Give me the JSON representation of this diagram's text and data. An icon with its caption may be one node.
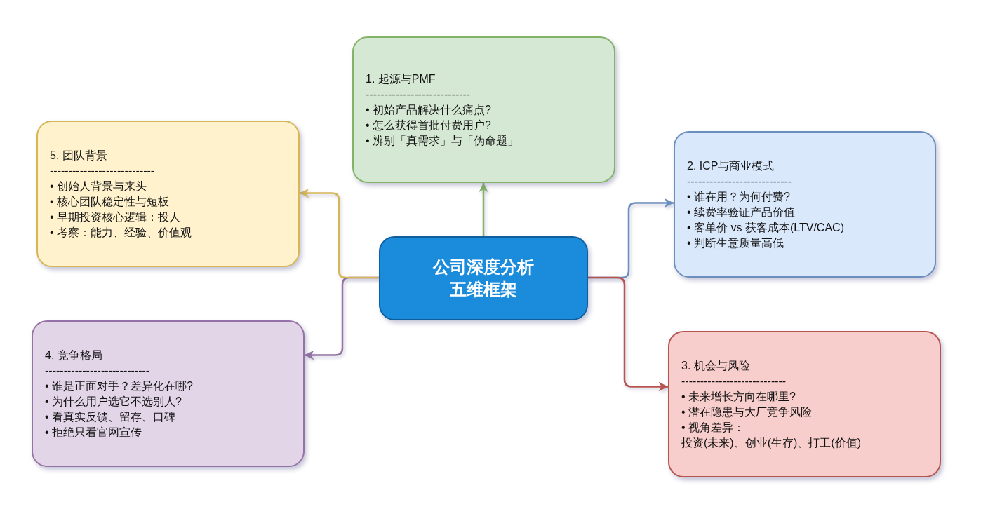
{
  "diagram": {
    "nodes": [
      {
        "text": [
          "公司深度分析五维框架"
        ]
      },
      {
        "text": [
          "1. 起源与PMF",
          "----------------------------",
          "• 初始产品解决什么痛点?",
          "• 怎么获得首批付费用户?",
          "• 辨别「真需求」与「伪命题」"
        ]
      },
      {
        "text": [
          "2. ICP与商业模式",
          "----------------------------",
          "• 谁在用？为何付费?",
          "• 续费率验证产品价值",
          "• 客单价 vs 获客成本(LTV/CAC)",
          "• 判断生意质量高低"
        ]
      },
      {
        "text": [
          "3. 机会与风险",
          "----------------------------",
          "• 未来增长方向在哪里?",
          "• 潜在隐患与大厂竞争风险",
          "• 视角差异：",
          "投资(未来)、创业(生存)、打工(价值)"
        ]
      },
      {
        "text": [
          "4. 竞争格局",
          "----------------------------",
          "• 谁是正面对手？差异化在哪?",
          "• 为什么用户选它不选别人?",
          "• 看真实反馈、留存、口碑",
          "• 拒绝只看官网宣传"
        ]
      },
      {
        "text": [
          "5. 团队背景",
          "----------------------------",
          "• 创始人背景与来头",
          "• 核心团队稳定性与短板",
          "• 早期投资核心逻辑：投人",
          "• 考察：能力、经验、价值观"
        ]
      }
    ],
    "edges": [
      {
        "from": 0,
        "to": 1,
        "arrow": "to",
        "color": "#82b366"
      },
      {
        "from": 0,
        "to": 2,
        "arrow": "to",
        "color": "#6c8ebf"
      },
      {
        "from": 0,
        "to": 3,
        "arrow": "to",
        "color": "#b85450"
      },
      {
        "from": 0,
        "to": 4,
        "arrow": "to",
        "color": "#9673a6"
      },
      {
        "from": 0,
        "to": 5,
        "arrow": "to",
        "color": "#d6b656"
      }
    ]
  }
}
